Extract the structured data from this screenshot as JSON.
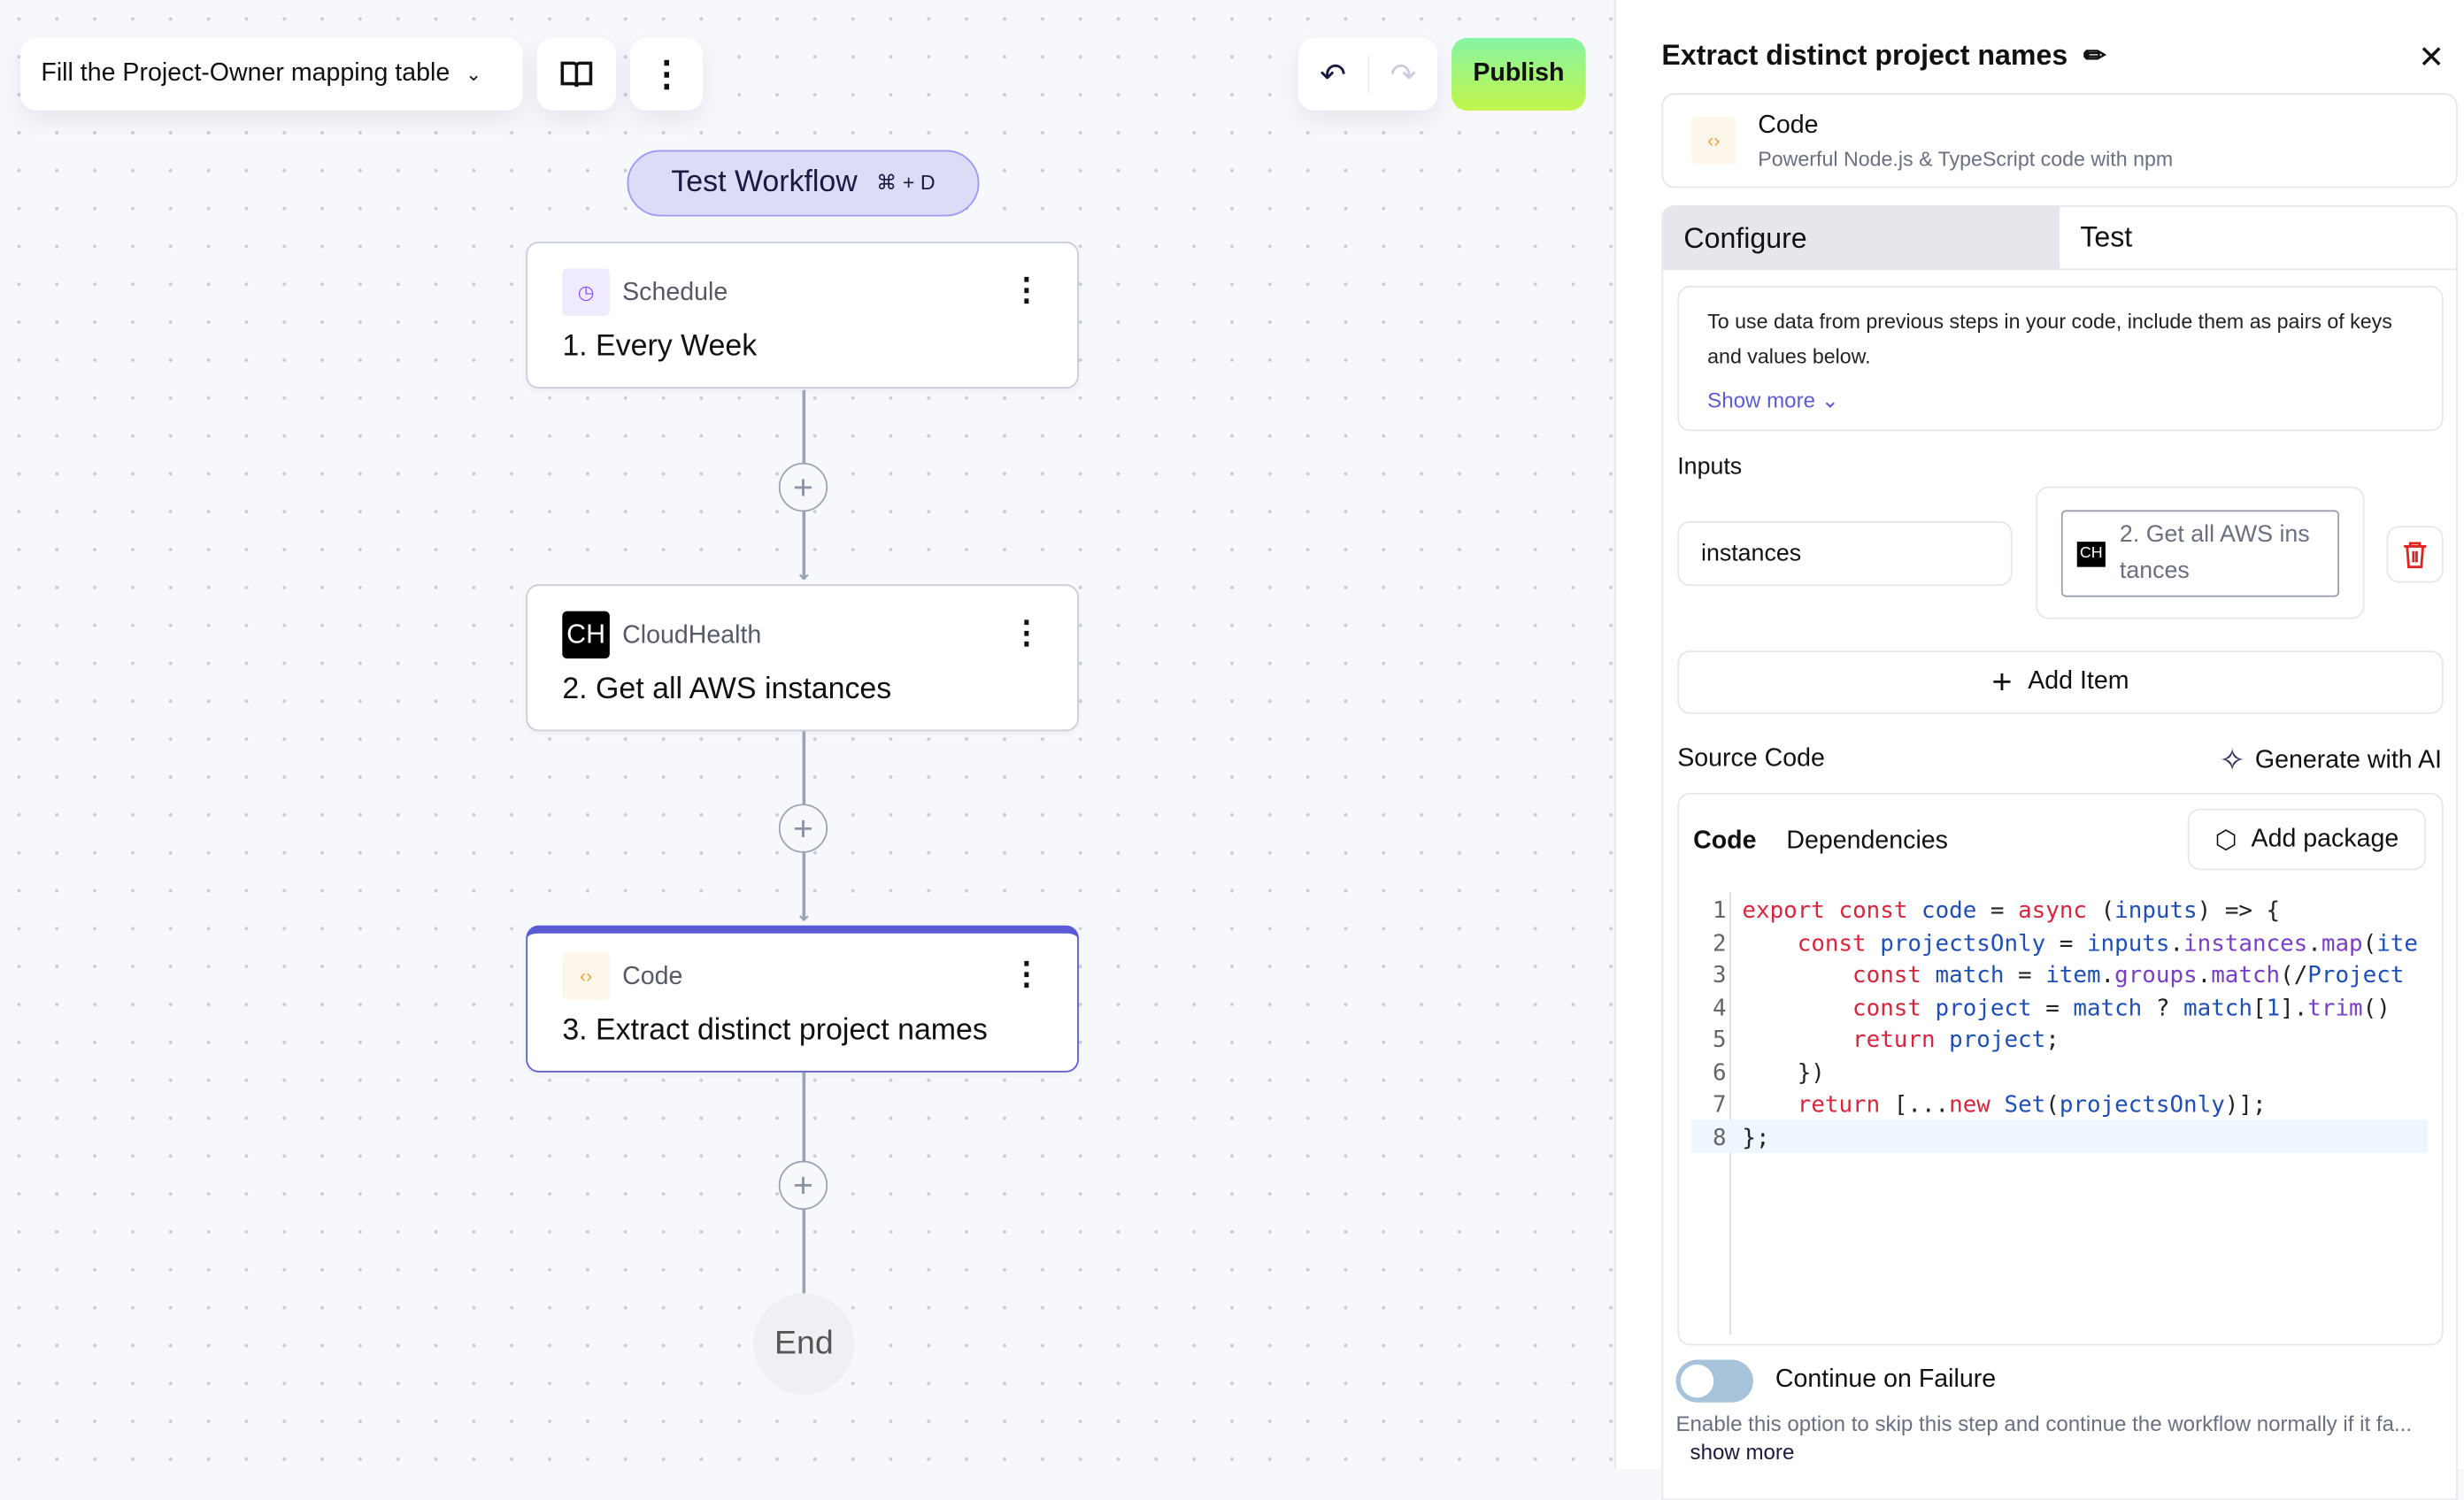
{
  "toolbar": {
    "workflow_title": "Fill the Project-Owner mapping table",
    "publish_label": "Publish"
  },
  "test_workflow": {
    "label": "Test Workflow",
    "shortcut": "⌘ + D"
  },
  "nodes": [
    {
      "app": "Schedule",
      "step": "1. Every Week",
      "icon": "clock-icon"
    },
    {
      "app": "CloudHealth",
      "step": "2. Get all AWS instances",
      "icon": "CH"
    },
    {
      "app": "Code",
      "step": "3. Extract distinct project names",
      "icon": "code-icon"
    }
  ],
  "end_label": "End",
  "panel": {
    "title": "Extract distinct project names",
    "app_name": "Code",
    "app_desc": "Powerful Node.js & TypeScript code with npm",
    "tabs": [
      "Configure",
      "Test"
    ],
    "active_tab": "Configure",
    "info": "To use data from previous steps in your code, include them as pairs of keys and values below.",
    "show_more": "Show more",
    "inputs_label": "Inputs",
    "input_key": "instances",
    "input_value_line1": "2. Get all AWS ins",
    "input_value_line2": "tances",
    "input_value_badge": "CH",
    "add_item": "Add Item",
    "source_code_label": "Source Code",
    "generate_ai": "Generate with AI",
    "code_tabs": [
      "Code",
      "Dependencies"
    ],
    "add_package": "Add package",
    "code_lines": [
      "export const code = async (inputs) => {",
      "    const projectsOnly = inputs.instances.map(ite",
      "        const match = item.groups.match(/Project",
      "        const project = match ? match[1].trim()",
      "        return project;",
      "    })",
      "    return [...new Set(projectsOnly)];",
      "};"
    ],
    "continue_on_failure": "Continue on Failure",
    "continue_on_failure_enabled": false,
    "failure_desc": "Enable this option to skip this step and continue the workflow normally if it fa...",
    "failure_show_more": "show more"
  },
  "colors": {
    "accent": "#5b5bd6",
    "publish_from": "#86f5a4",
    "publish_to": "#c2f54a",
    "delete": "#e02424"
  }
}
